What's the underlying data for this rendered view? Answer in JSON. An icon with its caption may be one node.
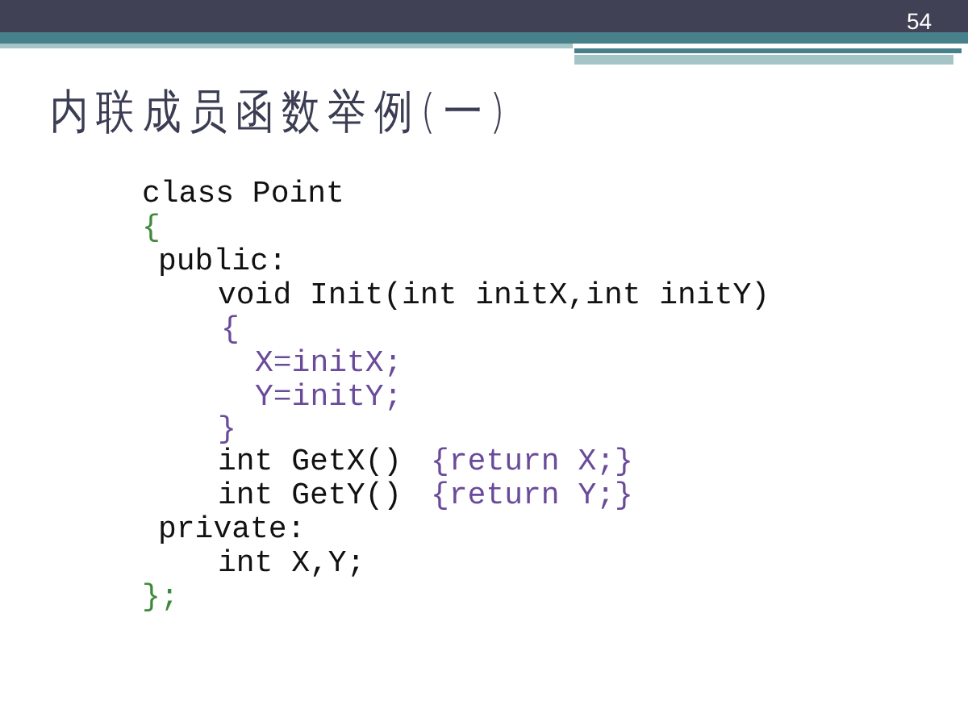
{
  "diagram": {
    "title": "内联成员函数举例(一)",
    "labels": [
      "54",
      "class Point",
      "{",
      "public:",
      "void Init(int initX,int initY)",
      "{",
      "X=initX;",
      "Y=initY;",
      "}",
      "int GetX()",
      "{return X;}",
      "int GetY()",
      "{return Y;}",
      "private:",
      "int X,Y;",
      "};"
    ]
  }
}
